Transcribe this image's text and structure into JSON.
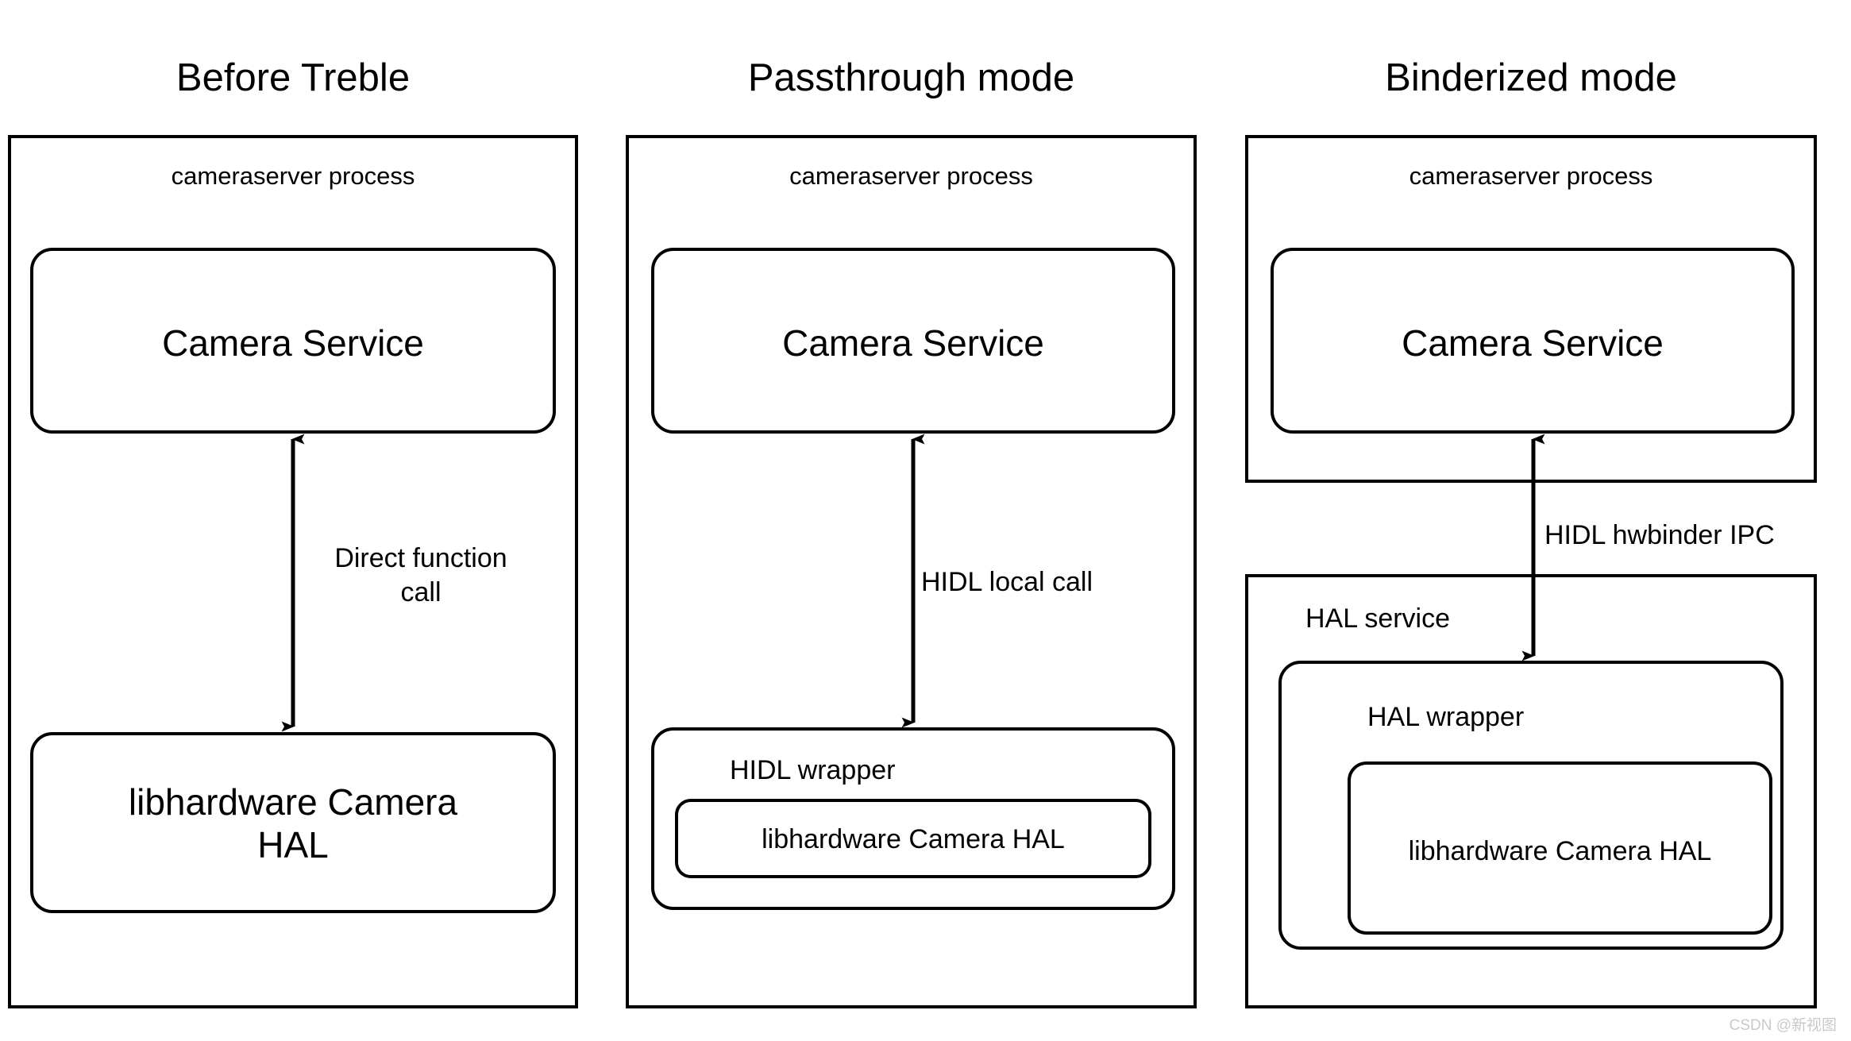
{
  "diagram": {
    "title_row": [
      {
        "id": "col1",
        "label": "Before Treble"
      },
      {
        "id": "col2",
        "label": "Passthrough mode"
      },
      {
        "id": "col3",
        "label": "Binderized mode"
      }
    ],
    "columns": [
      {
        "id": "before-treble",
        "title": "Before Treble",
        "process_box_label": "cameraserver process",
        "top_box_label": "Camera Service",
        "arrow_label": "Direct function\ncall",
        "arrow_type": "double-headed-vertical",
        "bottom_box_label": "libhardware Camera\nHAL"
      },
      {
        "id": "passthrough-mode",
        "title": "Passthrough mode",
        "process_box_label": "cameraserver process",
        "top_box_label": "Camera Service",
        "arrow_label": "HIDL local call",
        "arrow_type": "double-headed-vertical",
        "wrapper_box_label": "HIDL wrapper",
        "nested_box_label": "libhardware Camera HAL"
      },
      {
        "id": "binderized-mode",
        "title": "Binderized mode",
        "process_box_label": "cameraserver process",
        "top_box_label": "Camera Service",
        "arrow_label": "HIDL hwbinder IPC",
        "arrow_type": "double-headed-vertical",
        "service_box_label": "HAL service",
        "wrapper_box_label": "HAL wrapper",
        "nested_box_label": "libhardware Camera HAL"
      }
    ]
  },
  "watermark": {
    "text": "CSDN @新视图"
  },
  "colors": {
    "stroke": "#000000",
    "background": "#ffffff",
    "watermark": "#c9c9c9"
  }
}
